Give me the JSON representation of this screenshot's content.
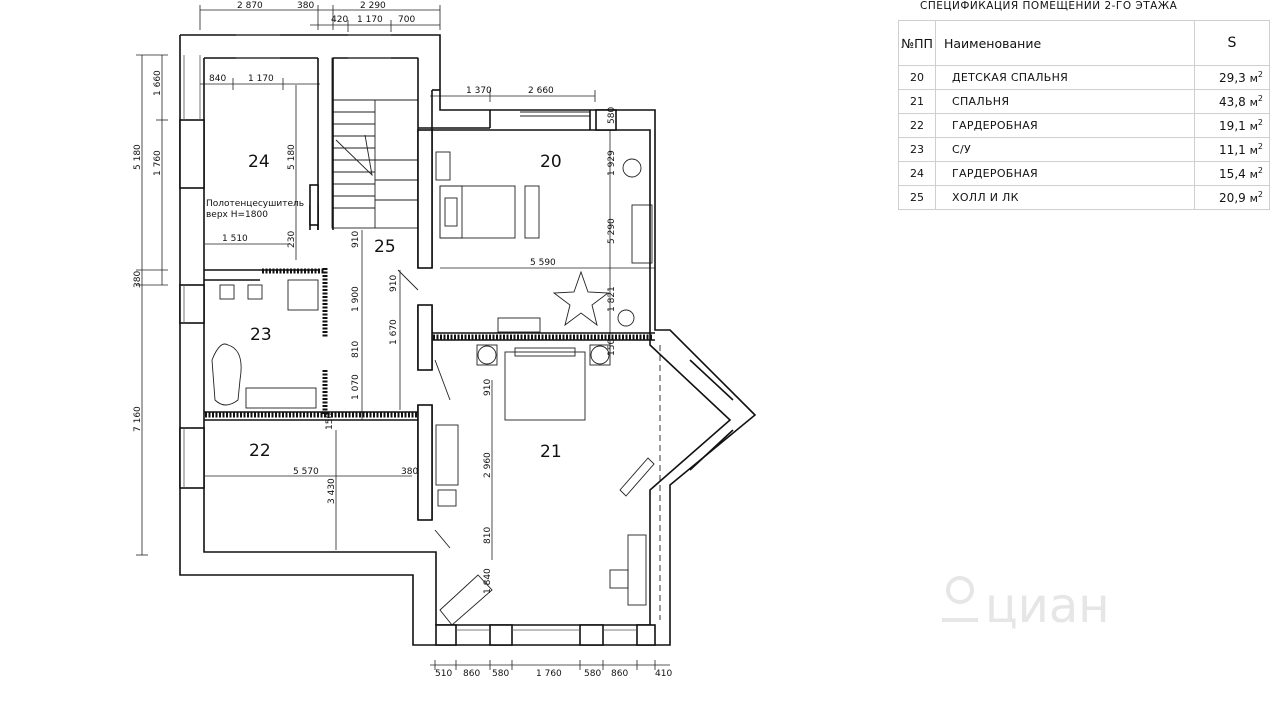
{
  "spec": {
    "title": "СПЕЦИФИКАЦИЯ ПОМЕЩЕНИЙ 2-ГО ЭТАЖА",
    "headers": {
      "num": "№ПП",
      "name": "Наименование",
      "area": "S"
    },
    "unit": "м",
    "rows": [
      {
        "num": "20",
        "name": "ДЕТСКАЯ СПАЛЬНЯ",
        "area": "29,3"
      },
      {
        "num": "21",
        "name": "СПАЛЬНЯ",
        "area": "43,8"
      },
      {
        "num": "22",
        "name": "ГАРДЕРОБНАЯ",
        "area": "19,1"
      },
      {
        "num": "23",
        "name": "С/У",
        "area": "11,1"
      },
      {
        "num": "24",
        "name": "ГАРДЕРОБНАЯ",
        "area": "15,4"
      },
      {
        "num": "25",
        "name": "ХОЛЛ И ЛК",
        "area": "20,9"
      }
    ]
  },
  "plan": {
    "rooms": {
      "r20": "20",
      "r21": "21",
      "r22": "22",
      "r23": "23",
      "r24": "24",
      "r25": "25"
    },
    "note_line1": "Полотенцесушитель",
    "note_line2": "верх Н=1800",
    "dims": {
      "top_a": "2 870",
      "top_b": "380",
      "top_c": "2 290",
      "top_d": "420",
      "top_e": "1 170",
      "top_f": "700",
      "r24_a": "840",
      "r24_b": "1 170",
      "r20_a": "1 370",
      "r20_b": "2 660",
      "left_a": "1 660",
      "left_b": "1 760",
      "left_c": "5 180",
      "left_d": "380",
      "left_e": "7 160",
      "in_5180": "5 180",
      "in_1510": "1 510",
      "in_230": "230",
      "h_910a": "910",
      "h_910b": "910",
      "h_1900": "1 900",
      "h_1670": "1 670",
      "h_810": "810",
      "h_1070": "1 070",
      "h_150": "150",
      "r20_580": "580",
      "r20_1929": "1 929",
      "r20_5290": "5 290",
      "r20_5590": "5 590",
      "r20_1821": "1 821",
      "r20_150": "150",
      "r21_910": "910",
      "r21_2960": "2 960",
      "r21_810": "810",
      "r21_1840": "1 840",
      "r22_5570": "5 570",
      "r22_380": "380",
      "r22_3430": "3 430",
      "bot_a": "510",
      "bot_b": "860",
      "bot_c": "580",
      "bot_d": "1 760",
      "bot_e": "580",
      "bot_f": "860",
      "bot_g": "410"
    },
    "watermark": "циан"
  }
}
